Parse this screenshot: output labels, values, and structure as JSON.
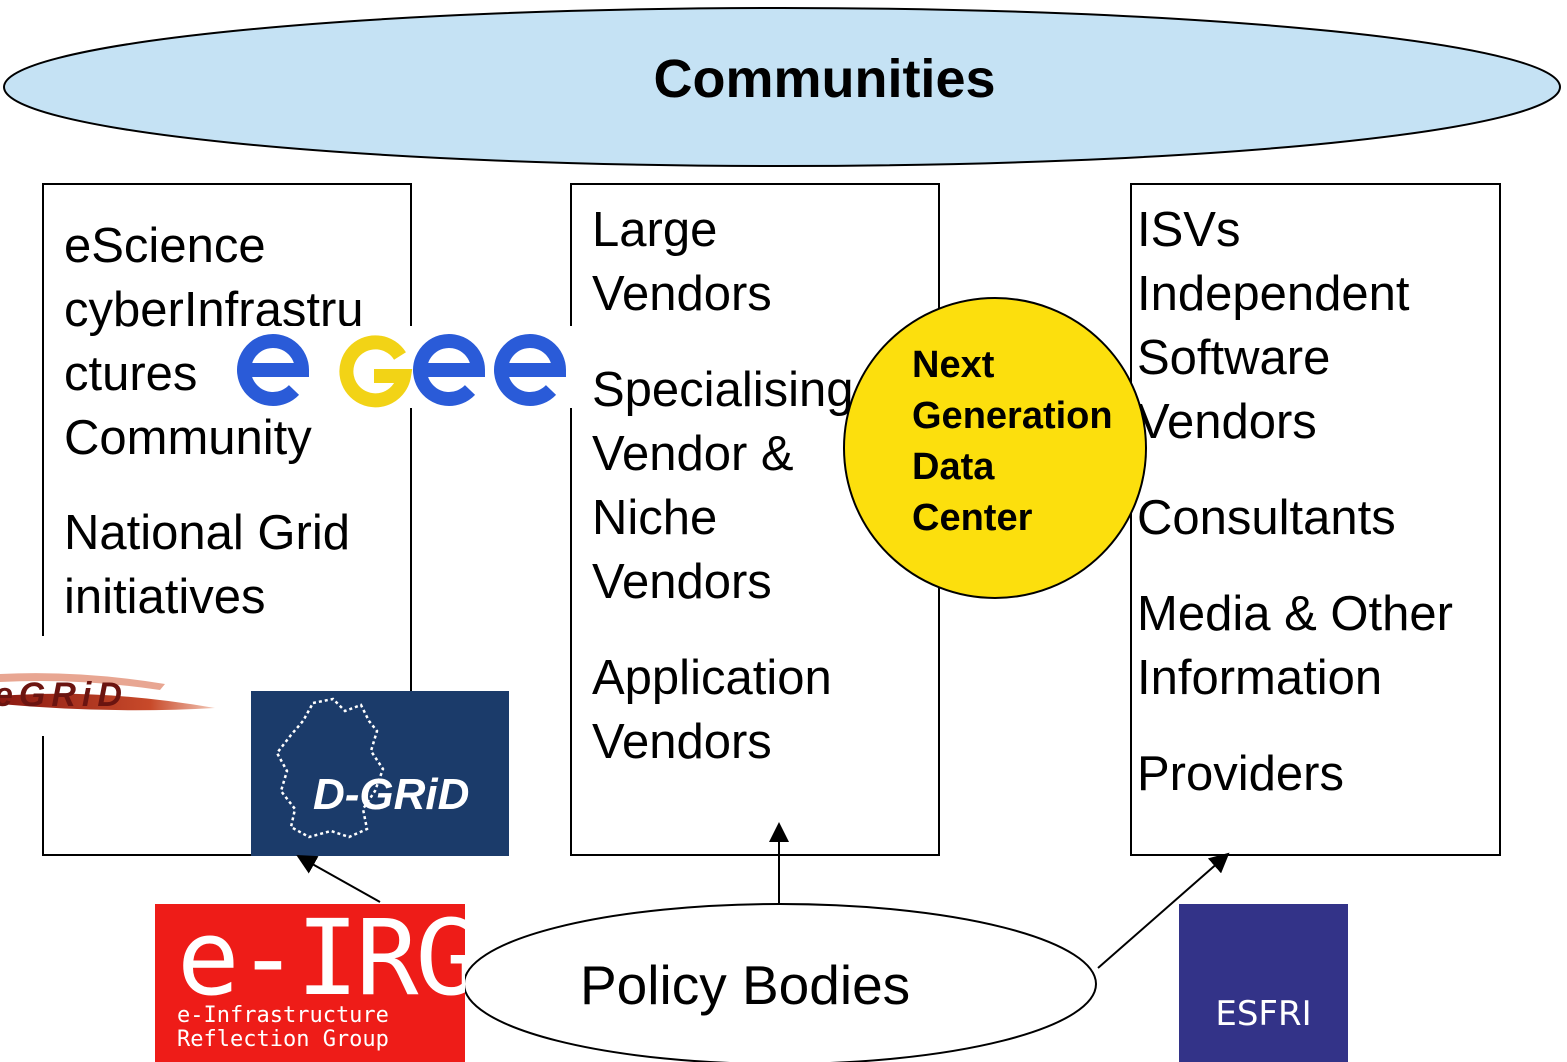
{
  "communities": {
    "label": "Communities"
  },
  "left_box": {
    "lines": [
      "eScience",
      "cyberInfrastru",
      "ctures",
      "Community",
      "National Grid",
      "initiatives"
    ]
  },
  "middle_box": {
    "lines": [
      "Large",
      "Vendors",
      "Specialising",
      "Vendor &",
      "Niche",
      "Vendors",
      "Application",
      "Vendors"
    ]
  },
  "right_box": {
    "lines": [
      "ISVs",
      "Independent",
      "Software",
      "Vendors",
      "Consultants",
      "Media & Other",
      "Information",
      "Providers"
    ]
  },
  "center_circle": {
    "lines": [
      "Next",
      "Generation",
      "Data",
      "Center"
    ],
    "color": "#fcdf0d"
  },
  "policy": {
    "label": "Policy Bodies"
  },
  "logos": {
    "egee": "egee",
    "dgrid": "D-GRiD",
    "neargrid": "eGRiD",
    "eirg_title": "e-IRG",
    "eirg_sub1": "e-Infrastructure",
    "eirg_sub2": "Reflection Group",
    "esfri": "ESFRI"
  },
  "colors": {
    "ellipse_fill": "#c5e2f4",
    "egee_blue": "#2a5bd8",
    "egee_yellow": "#f2d316",
    "dgrid_bg": "#1b3b6a",
    "eirg_bg": "#ee1c18",
    "esfri_bg": "#333388"
  }
}
